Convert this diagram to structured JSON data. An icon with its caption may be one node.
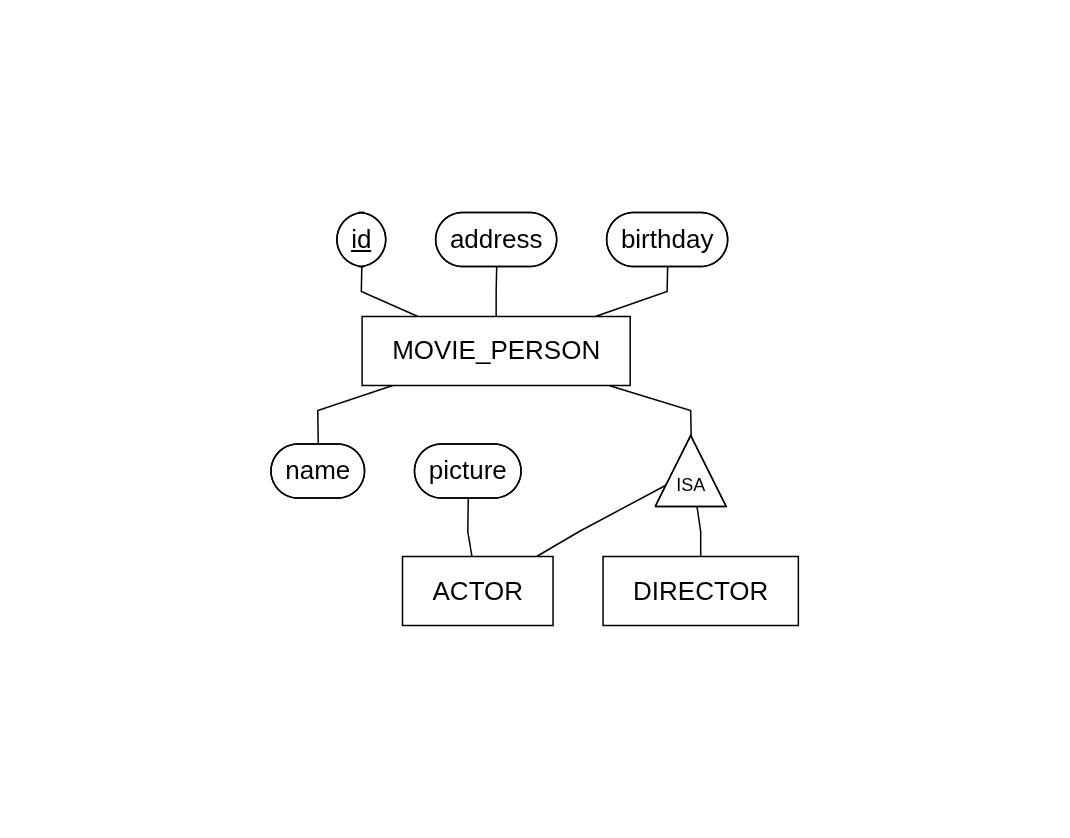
{
  "diagram": {
    "nodes": [
      {
        "text": [
          "address"
        ]
      },
      {
        "text": [
          "birthday"
        ]
      },
      {
        "text": [
          "id"
        ]
      },
      {
        "text": [
          "MOVIE_PERSON"
        ]
      },
      {
        "text": [
          "name"
        ]
      },
      {
        "text": [
          "ISA"
        ]
      },
      {
        "text": [
          "picture"
        ]
      },
      {
        "text": [
          "ACTOR"
        ]
      },
      {
        "text": [
          "DIRECTOR"
        ]
      }
    ],
    "edges": [
      {
        "from": 1,
        "to": 3,
        "arrow": "none"
      },
      {
        "from": 0,
        "to": 3,
        "arrow": "none"
      },
      {
        "from": 2,
        "to": 3,
        "arrow": "none"
      },
      {
        "from": 3,
        "to": 4,
        "arrow": "none"
      },
      {
        "from": 3,
        "to": 5,
        "arrow": "none"
      },
      {
        "from": 5,
        "to": 7,
        "arrow": "none"
      },
      {
        "from": 5,
        "to": 8,
        "arrow": "none"
      },
      {
        "from": 6,
        "to": 7,
        "arrow": "none"
      }
    ]
  }
}
